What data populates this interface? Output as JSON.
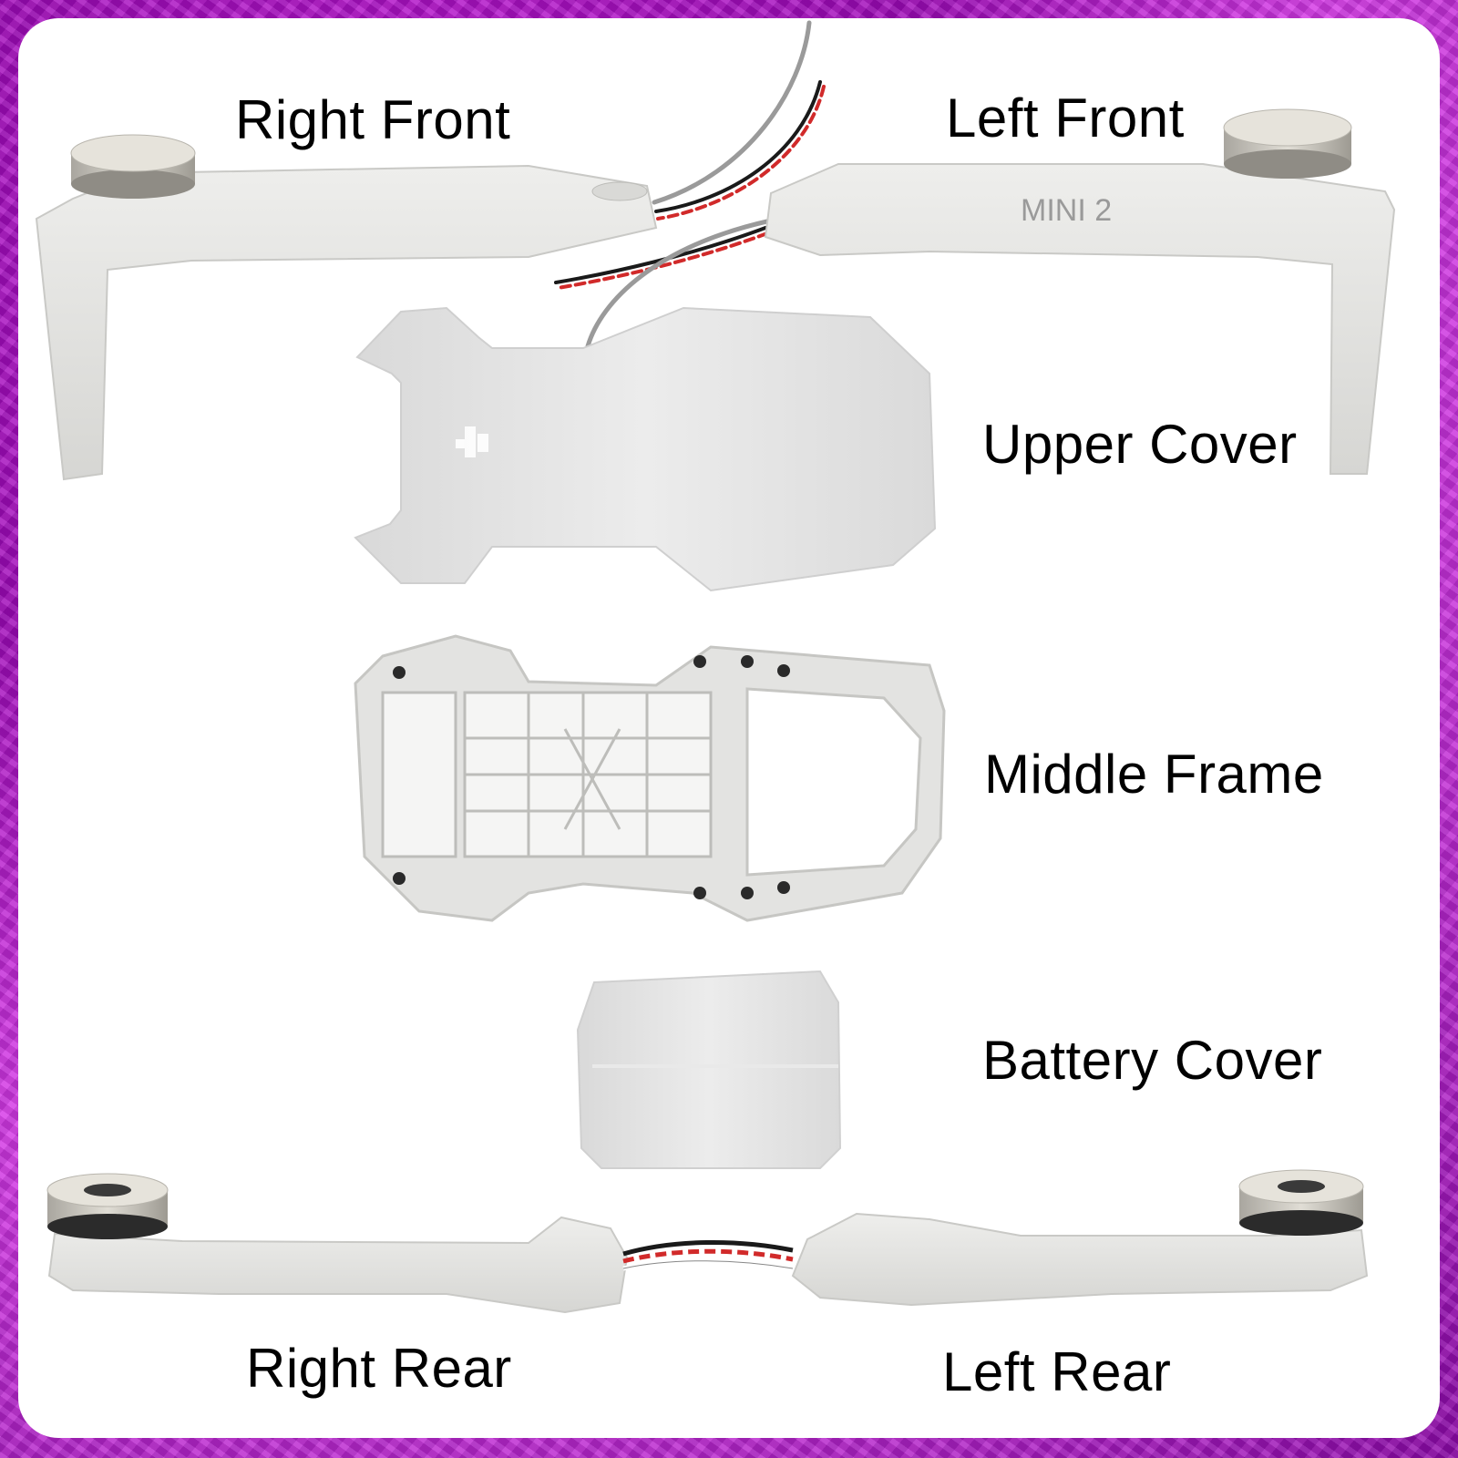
{
  "labels": {
    "right_front": "Right Front",
    "left_front": "Left Front",
    "upper_cover": "Upper Cover",
    "middle_frame": "Middle Frame",
    "battery_cover": "Battery Cover",
    "right_rear": "Right Rear",
    "left_rear": "Left Rear"
  },
  "arm_marking": "MINI 2",
  "colors": {
    "frame_accent": "#b516cf",
    "part_grey": "#e4e4e2",
    "motor_metal": "#c8c5bd",
    "wire_red": "#d12a2a",
    "wire_black": "#1a1a1a"
  }
}
